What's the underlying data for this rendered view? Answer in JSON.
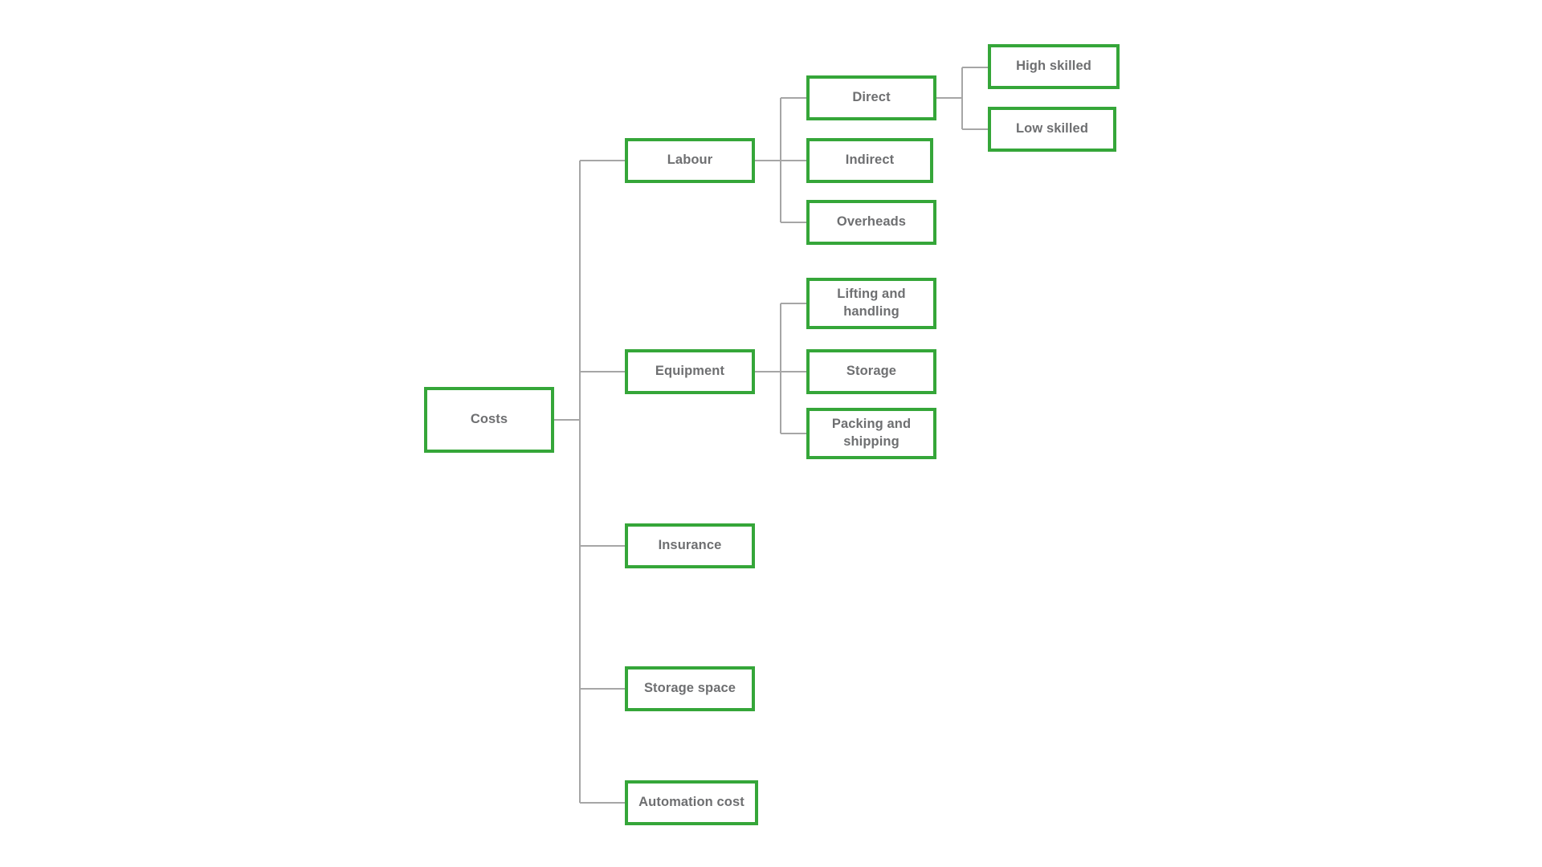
{
  "diagram": {
    "title": "Costs breakdown tree",
    "type": "tree-diagram",
    "orientation": "left-to-right",
    "background_color": "#ffffff",
    "node_border_color": "#35a639",
    "node_fill_color": "#ffffff",
    "node_text_color": "#6e6f71",
    "connector_color": "#a6a6a6"
  },
  "nodes": {
    "root": {
      "label": "Costs"
    },
    "labour": {
      "label": "Labour"
    },
    "direct": {
      "label": "Direct"
    },
    "high_skilled": {
      "label": "High skilled"
    },
    "low_skilled": {
      "label": "Low skilled"
    },
    "indirect": {
      "label": "Indirect"
    },
    "overheads": {
      "label": "Overheads"
    },
    "equipment": {
      "label": "Equipment"
    },
    "lifting_and_handling": {
      "label": "Lifting and\nhandling"
    },
    "storage": {
      "label": "Storage"
    },
    "packing_and_shipping": {
      "label": "Packing and\nshipping"
    },
    "insurance": {
      "label": "Insurance"
    },
    "storage_space": {
      "label": "Storage space"
    },
    "automation_cost": {
      "label": "Automation cost"
    }
  },
  "hierarchy": {
    "name": "Costs",
    "children": [
      {
        "name": "Labour",
        "children": [
          {
            "name": "Direct",
            "children": [
              {
                "name": "High skilled"
              },
              {
                "name": "Low skilled"
              }
            ]
          },
          {
            "name": "Indirect"
          },
          {
            "name": "Overheads"
          }
        ]
      },
      {
        "name": "Equipment",
        "children": [
          {
            "name": "Lifting and handling"
          },
          {
            "name": "Storage"
          },
          {
            "name": "Packing and shipping"
          }
        ]
      },
      {
        "name": "Insurance"
      },
      {
        "name": "Storage space"
      },
      {
        "name": "Automation cost"
      }
    ]
  }
}
